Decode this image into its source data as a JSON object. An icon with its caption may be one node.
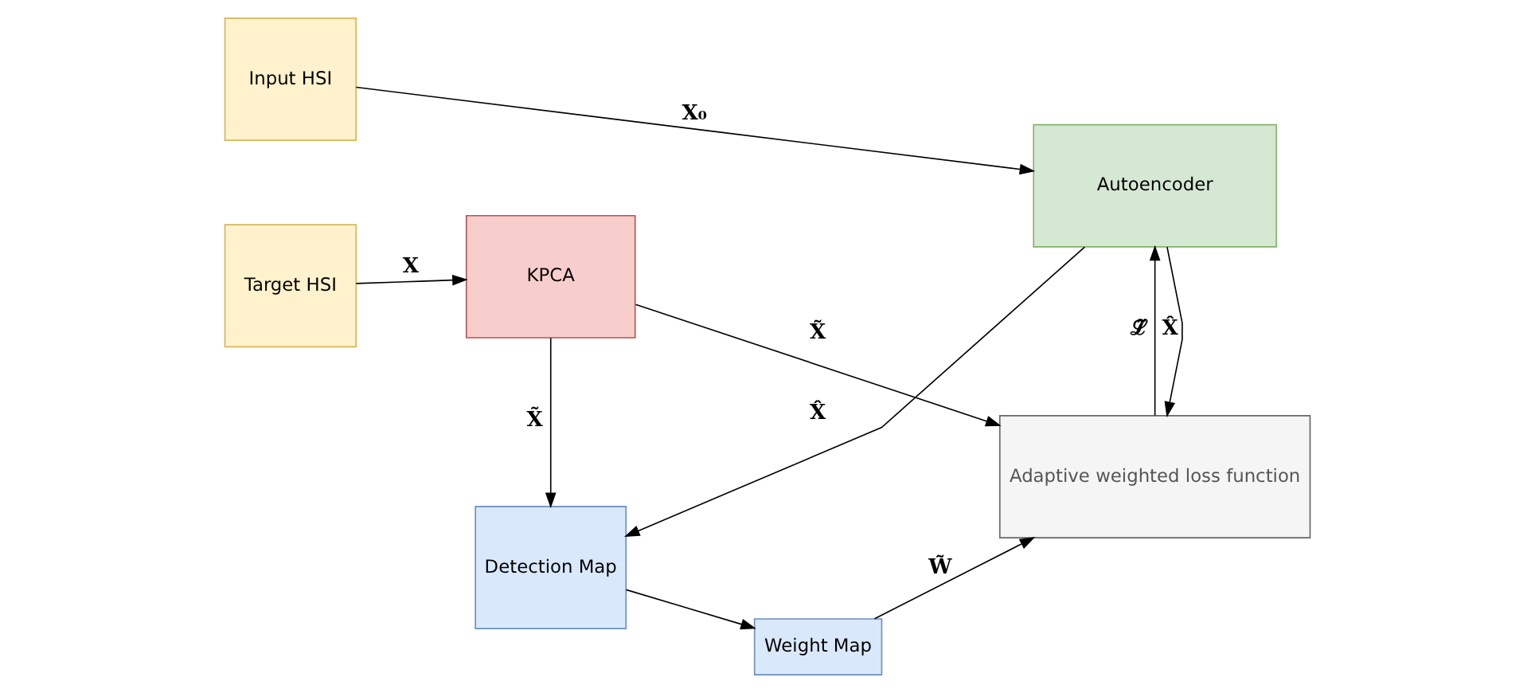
{
  "diagram": {
    "nodes": [
      {
        "text": [
          "Target HSI"
        ]
      },
      {
        "text": [
          "Adaptive weighted loss function"
        ]
      },
      {
        "text": [
          "KPCA"
        ]
      },
      {
        "text": [
          "Weight Map"
        ]
      },
      {
        "text": [
          "Input HSI"
        ]
      },
      {
        "text": [
          "Autoencoder"
        ]
      },
      {
        "text": [
          "Detection Map"
        ]
      }
    ],
    "edges": [
      {
        "from": 0,
        "to": 2,
        "arrow": "to",
        "label": "X"
      },
      {
        "from": 3,
        "to": 1,
        "arrow": "to",
        "label": "W̃"
      },
      {
        "from": 2,
        "to": 1,
        "arrow": "to",
        "label": "X̃"
      },
      {
        "from": 1,
        "to": 5,
        "arrow": "to",
        "label": "ℒ̃"
      },
      {
        "from": 5,
        "to": 1,
        "arrow": "to",
        "label": "X̂"
      },
      {
        "from": 2,
        "to": 6,
        "arrow": "to",
        "label": "X̃"
      },
      {
        "from": 4,
        "to": 5,
        "arrow": "to",
        "label": "X₀"
      },
      {
        "from": 5,
        "to": 6,
        "arrow": "to",
        "label": "X̂"
      },
      {
        "from": 6,
        "to": 3,
        "arrow": "to"
      }
    ]
  }
}
